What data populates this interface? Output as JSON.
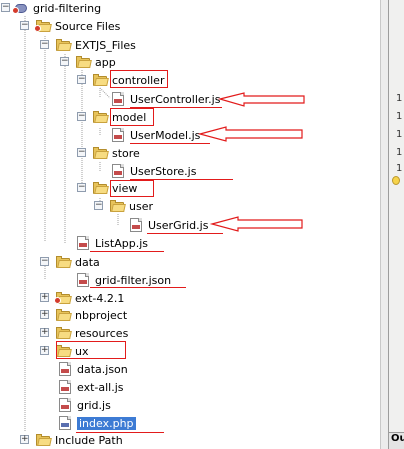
{
  "tree": {
    "project": "grid-filtering",
    "source_files": "Source Files",
    "extjs_files": "EXTJS_Files",
    "app": "app",
    "controller": "controller",
    "user_controller": "UserController.js",
    "model": "model",
    "user_model": "UserModel.js",
    "store": "store",
    "user_store": "UserStore.js",
    "view": "view",
    "user": "user",
    "user_grid": "UserGrid.js",
    "list_app": "ListApp.js",
    "data": "data",
    "grid_filter": "grid-filter.json",
    "ext": "ext-4.2.1",
    "nbproject": "nbproject",
    "resources": "resources",
    "ux": "ux",
    "data_json": "data.json",
    "ext_all": "ext-all.js",
    "grid_js": "grid.js",
    "index_php": "index.php",
    "include_path": "Include Path"
  },
  "line_numbers": [
    "1",
    "1",
    "1",
    "1",
    "1"
  ],
  "bottom_tab": "Ou",
  "colors": {
    "annotation": "#e21b1b",
    "selection": "#3d7bd4",
    "folder": "#e7c35a"
  },
  "icons": [
    "php-project-icon",
    "folder-icon",
    "javascript-file-icon",
    "php-file-icon",
    "hint-bulb-icon",
    "right-arrow-icon"
  ]
}
